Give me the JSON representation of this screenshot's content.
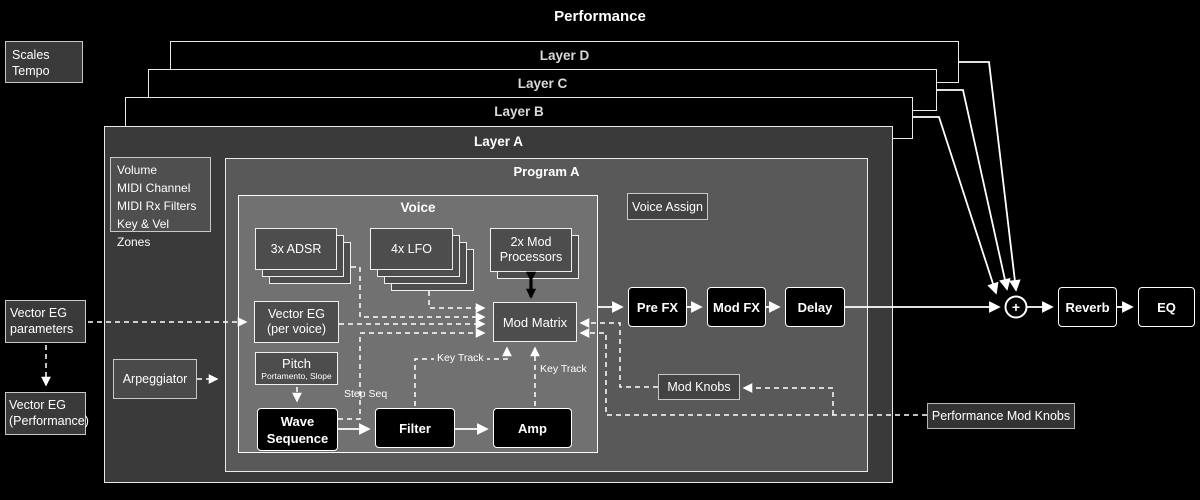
{
  "title": "Performance",
  "scales_tempo": {
    "line1": "Scales",
    "line2": "Tempo"
  },
  "layers": [
    {
      "label": "Layer D"
    },
    {
      "label": "Layer C"
    },
    {
      "label": "Layer B"
    }
  ],
  "layer_a": {
    "label": "Layer A",
    "settings": [
      "Volume",
      "MIDI Channel",
      "MIDI Rx Filters",
      "Key & Vel Zones"
    ],
    "arpeggiator": "Arpeggiator",
    "program": {
      "label": "Program A",
      "voice_assign": "Voice Assign",
      "voice": {
        "label": "Voice",
        "adsr": "3x ADSR",
        "lfo": "4x LFO",
        "mod_proc_line1": "2x Mod",
        "mod_proc_line2": "Processors",
        "vector_eg_line1": "Vector EG",
        "vector_eg_line2": "(per voice)",
        "pitch": "Pitch",
        "pitch_sub": "Portamento, Slope",
        "wave_seq_line1": "Wave",
        "wave_seq_line2": "Sequence",
        "filter": "Filter",
        "amp": "Amp",
        "mod_matrix": "Mod Matrix",
        "step_seq_label": "Step Seq",
        "key_track_label_1": "Key Track",
        "key_track_label_2": "Key Track"
      },
      "pre_fx": "Pre FX",
      "mod_fx": "Mod FX",
      "delay": "Delay",
      "mod_knobs": "Mod Knobs"
    }
  },
  "left_column": {
    "vector_eg_params_line1": "Vector EG",
    "vector_eg_params_line2": "parameters",
    "vector_eg_perf_line1": "Vector EG",
    "vector_eg_perf_line2": "(Performance)"
  },
  "performance_mod_knobs": "Performance Mod Knobs",
  "output": {
    "sum_symbol": "+",
    "reverb": "Reverb",
    "eq": "EQ"
  },
  "colors": {
    "background": "#000000",
    "layer_a_bg": "#3a3a3a",
    "program_bg": "#595959",
    "voice_bg": "#717171",
    "inner_box_bg": "#4d4d4d",
    "line": "#ffffff"
  }
}
